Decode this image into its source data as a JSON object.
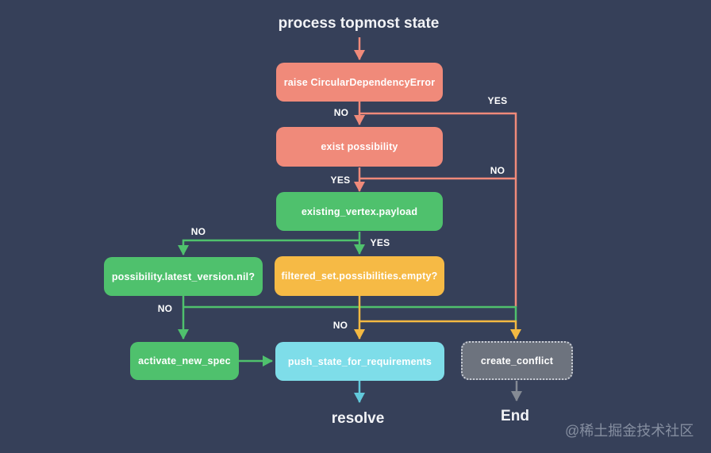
{
  "title": "process topmost state",
  "nodes": {
    "raise_error": {
      "label": "raise CircularDependencyError",
      "color": "#f08a7a"
    },
    "exist_possibility": {
      "label": "exist possibility",
      "color": "#f08a7a"
    },
    "existing_vertex": {
      "label": "existing_vertex.payload",
      "color": "#4fc16d"
    },
    "possibility_nil": {
      "label": "possibility.latest_version.nil?",
      "color": "#4fc16d"
    },
    "filtered_set": {
      "label": "filtered_set.possibilities.empty?",
      "color": "#f6ba45"
    },
    "activate_new_spec": {
      "label": "activate_new_spec",
      "color": "#4fc16d"
    },
    "push_state": {
      "label": "push_state_for_requirements",
      "color": "#7edde9"
    },
    "create_conflict": {
      "label": "create_conflict",
      "color": "#6d737e"
    }
  },
  "edge_labels": {
    "raise_yes": "YES",
    "raise_no": "NO",
    "exist_no": "NO",
    "exist_yes": "YES",
    "vertex_no": "NO",
    "vertex_yes": "YES",
    "possibility_no": "NO",
    "filtered_no": "NO"
  },
  "terminals": {
    "resolve": "resolve",
    "end": "End"
  },
  "watermark": "@稀土掘金技术社区",
  "colors": {
    "background": "#364059",
    "salmon": "#f08a7a",
    "green": "#4fc16d",
    "yellow": "#f6ba45",
    "cyan": "#7edde9",
    "gray": "#6d737e",
    "gray_border": "#c9cdd6",
    "text": "#ffffff"
  }
}
